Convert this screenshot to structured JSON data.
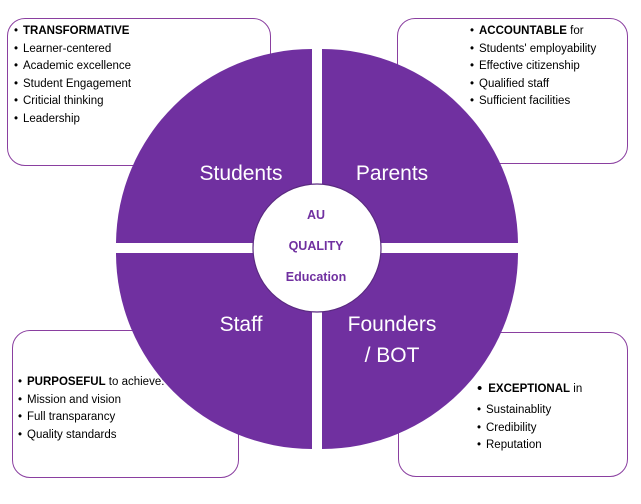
{
  "colors": {
    "wheel": "#7030a0",
    "center_text": "#7030a0",
    "box_border": "#8a3fa0"
  },
  "quadrants": {
    "top_left": "Students",
    "top_right": "Parents",
    "bottom_left": "Staff",
    "bottom_right_line1": "Founders",
    "bottom_right_line2": "/ BOT"
  },
  "center": {
    "line1": "AU",
    "line2": "QUALITY",
    "line3": "Education"
  },
  "boxes": {
    "top_left": {
      "items": [
        {
          "keyword": "TRANSFORMATIVE",
          "rest": ""
        },
        {
          "keyword": "",
          "rest": "Learner-centered"
        },
        {
          "keyword": "",
          "rest": "Academic excellence"
        },
        {
          "keyword": "",
          "rest": "Student Engagement"
        },
        {
          "keyword": "",
          "rest": "Criticial thinking"
        },
        {
          "keyword": "",
          "rest": "Leadership"
        }
      ]
    },
    "top_right": {
      "items": [
        {
          "keyword": "ACCOUNTABLE",
          "rest": " for"
        },
        {
          "keyword": "",
          "rest": "Students' employability"
        },
        {
          "keyword": "",
          "rest": "Effective citizenship"
        },
        {
          "keyword": "",
          "rest": "Qualified staff"
        },
        {
          "keyword": "",
          "rest": "Sufficient facilities"
        }
      ]
    },
    "bottom_left": {
      "items": [
        {
          "keyword": "PURPOSEFUL",
          "rest": " to achieve:"
        },
        {
          "keyword": "",
          "rest": "Mission and vision"
        },
        {
          "keyword": "",
          "rest": "Full transparancy"
        },
        {
          "keyword": "",
          "rest": "Quality standards"
        }
      ]
    },
    "bottom_right": {
      "title_keyword": "EXCEPTIONAL",
      "title_rest": " in",
      "items": [
        {
          "keyword": "",
          "rest": "Sustainablity"
        },
        {
          "keyword": "",
          "rest": "Credibility"
        },
        {
          "keyword": "",
          "rest": "Reputation"
        }
      ]
    }
  }
}
